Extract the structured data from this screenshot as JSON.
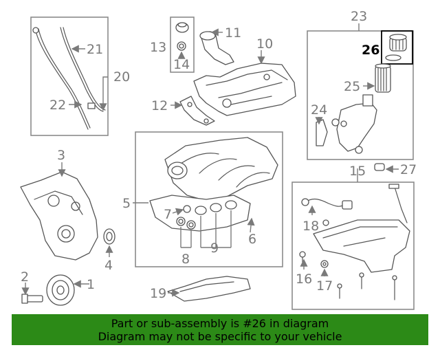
{
  "diagram": {
    "highlighted_part": "26",
    "callouts": [
      "1",
      "2",
      "3",
      "4",
      "5",
      "6",
      "7",
      "8",
      "9",
      "10",
      "11",
      "12",
      "13",
      "14",
      "15",
      "16",
      "17",
      "18",
      "19",
      "20",
      "21",
      "22",
      "23",
      "24",
      "25",
      "26",
      "27"
    ]
  },
  "banner": {
    "line1": "Part or sub-assembly is #26 in diagram",
    "line2": "Diagram may not be specific to your vehicle",
    "color": "#2c8a17"
  }
}
